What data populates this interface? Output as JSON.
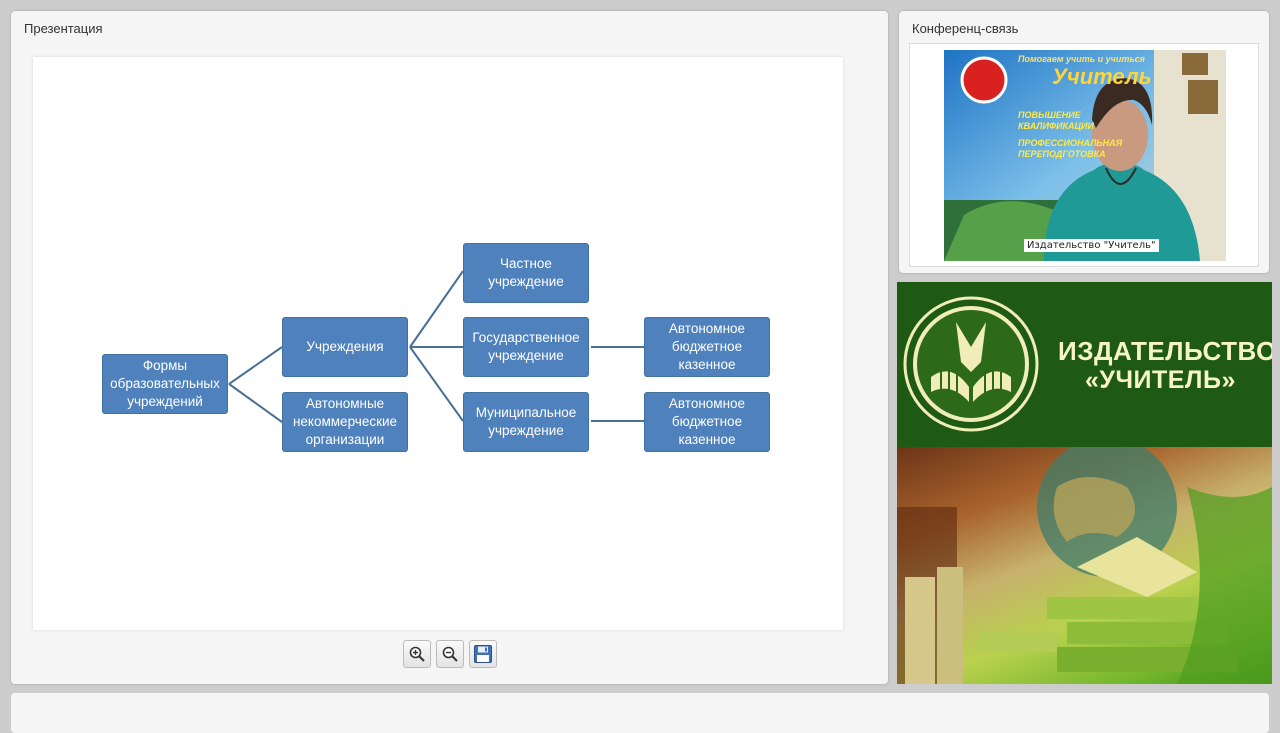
{
  "presentation": {
    "title": "Презентация",
    "diagram": {
      "root": "Формы\nобразовательных\nучреждений",
      "level1": [
        "Учреждения",
        "Автономные\nнекоммерческие\nорганизации"
      ],
      "level2": [
        "Частное\nучреждение",
        "Государственное\nучреждение",
        "Муниципальное\nучреждение"
      ],
      "level3": [
        "Автономное\nбюджетное\nказенное",
        "Автономное\nбюджетное\nказенное"
      ]
    },
    "toolbar": {
      "zoom_in_icon": "zoom-in-icon",
      "zoom_out_icon": "zoom-out-icon",
      "save_icon": "save-icon"
    }
  },
  "conference": {
    "title": "Конференц-связь",
    "video_backdrop_text": "Помогаем учить и учиться",
    "video_backdrop_brand": "Учитель",
    "video_backdrop_items": [
      "ПОВЫШЕНИЕ КВАЛИФИКАЦИИ",
      "ПРОФЕССИОНАЛЬНАЯ ПЕРЕПОДГОТОВКА"
    ],
    "speaker_label": "Издательство \"Учитель\""
  },
  "banner": {
    "line1": "ИЗДАТЕЛЬСТВО",
    "line2": "«УЧИТЕЛЬ»",
    "colors": {
      "green": "#1e5a14",
      "text": "#f7f4c7"
    }
  },
  "colors": {
    "node_fill": "#4f81bd",
    "connector": "#4a6f96"
  }
}
